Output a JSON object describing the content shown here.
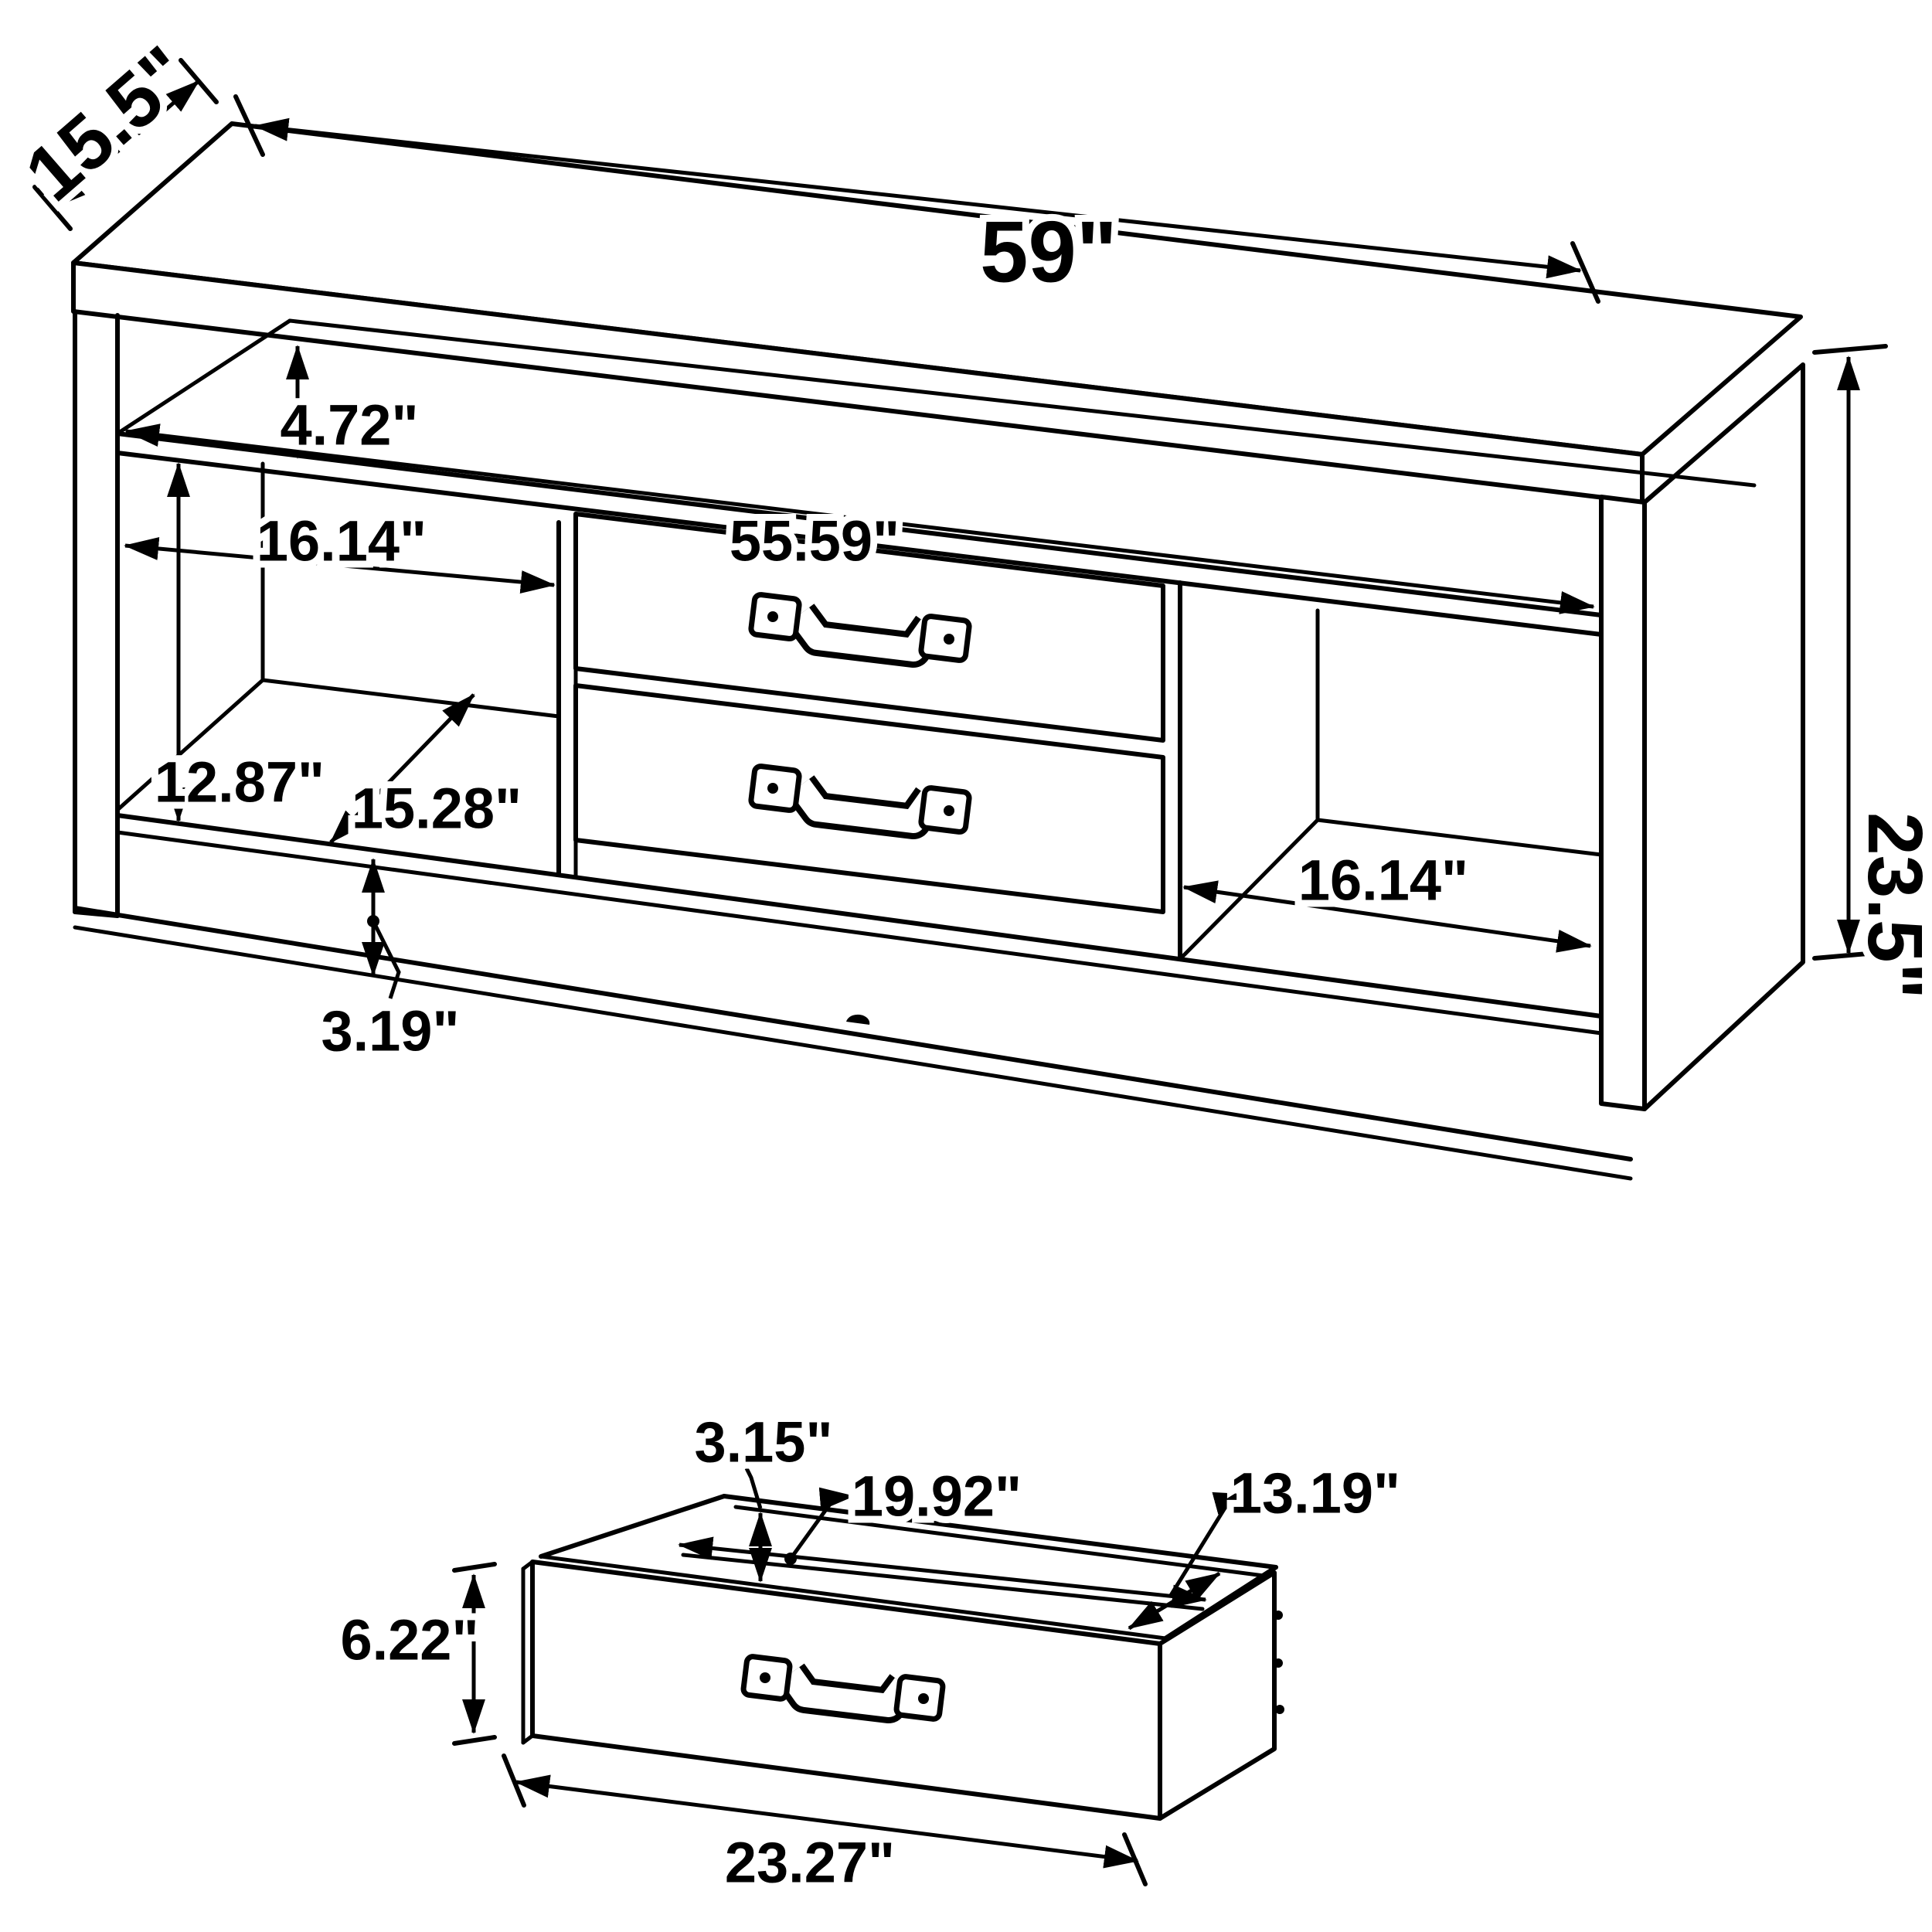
{
  "diagram": {
    "title": "TV console dimension drawing",
    "units": "inches",
    "views": [
      "main-unit-perspective",
      "drawer-perspective"
    ]
  },
  "main_unit": {
    "width": "59\"",
    "depth": "15.5\"",
    "height": "23.5\"",
    "top_gap": "4.72\"",
    "interior_width": "55.59\"",
    "left_cubby_width": "16.14\"",
    "left_cubby_height": "12.87\"",
    "left_cubby_depth": "15.28\"",
    "base_height": "3.19\"",
    "right_cubby_width": "16.14\""
  },
  "drawer": {
    "front_height": "6.22\"",
    "width": "23.27\"",
    "interior_width": "19.92\"",
    "interior_depth": "13.19\"",
    "interior_height": "3.15\""
  }
}
